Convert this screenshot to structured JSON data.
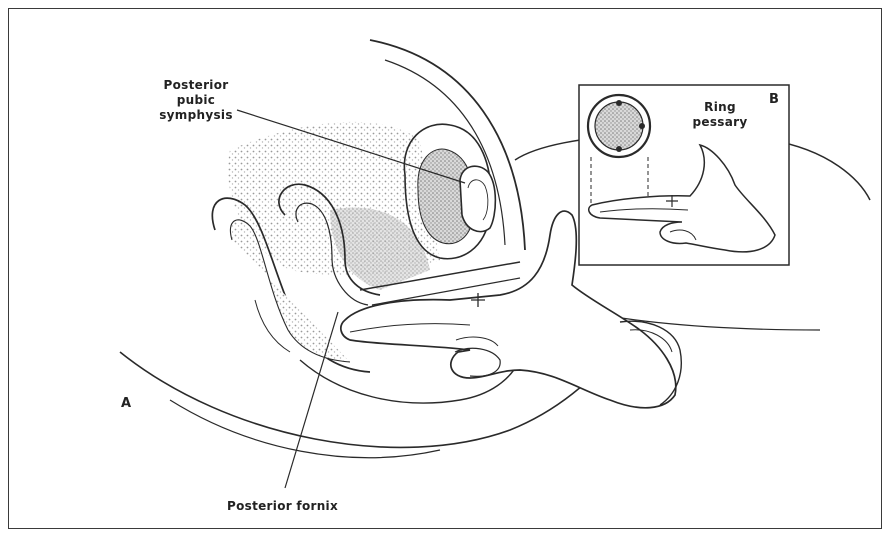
{
  "figure": {
    "labels": {
      "posterior_pubic_symphysis": [
        "Posterior",
        "pubic",
        "symphysis"
      ],
      "ring_pessary": [
        "Ring",
        "pessary"
      ],
      "posterior_fornix": "Posterior fornix",
      "panel_a": "A",
      "panel_b": "B"
    },
    "colors": {
      "ink": "#2a2a2a",
      "stipple": "#bdbdbd",
      "stipple_dark": "#9a9a9a"
    }
  }
}
